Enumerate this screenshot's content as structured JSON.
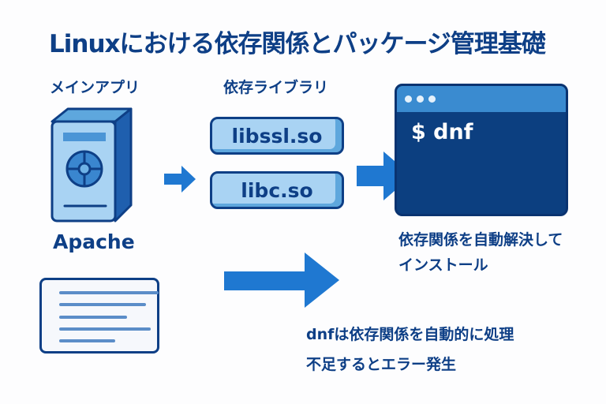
{
  "title": "Linuxにおける依存関係とパッケージ管理基礎",
  "main_app": {
    "label": "メインアプリ",
    "name": "Apache",
    "icon": "server-icon"
  },
  "dependencies": {
    "label": "依存ライブラリ",
    "libraries": [
      "libssl.so",
      "libc.so"
    ]
  },
  "terminal": {
    "command": "$ dnf",
    "caption_line1": "依存関係を自動解決して",
    "caption_line2": "インストール"
  },
  "note": {
    "line1": "dnfは依存関係を自動的に処理",
    "line2": "不足するとエラー発生",
    "icon": "document-icon"
  },
  "colors": {
    "primary_dark": "#0e3f86",
    "arrow_blue": "#1f78d1",
    "light_blue": "#a9d3f3",
    "terminal_bg": "#0c3f80"
  }
}
